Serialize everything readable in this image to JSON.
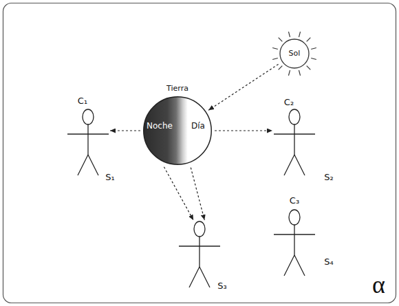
{
  "diagram": {
    "nodes": [
      {
        "text": [
          "Sol"
        ]
      },
      {
        "text": [
          "Tierra",
          "Noche",
          "Día"
        ]
      },
      {
        "text": [
          "C₁",
          "S₁"
        ]
      },
      {
        "text": [
          "C₂",
          "S₂"
        ]
      },
      {
        "text": [
          "S₃"
        ]
      },
      {
        "text": [
          "C₃",
          "S₄"
        ]
      }
    ],
    "edges": [
      {
        "from": 0,
        "to": 1,
        "arrow": "to"
      },
      {
        "from": 1,
        "to": 2,
        "arrow": "to"
      },
      {
        "from": 1,
        "to": 3,
        "arrow": "to"
      },
      {
        "from": 1,
        "to": 4,
        "arrow": "to"
      },
      {
        "from": 1,
        "to": 4,
        "arrow": "to"
      }
    ],
    "labels": [
      "α"
    ]
  }
}
